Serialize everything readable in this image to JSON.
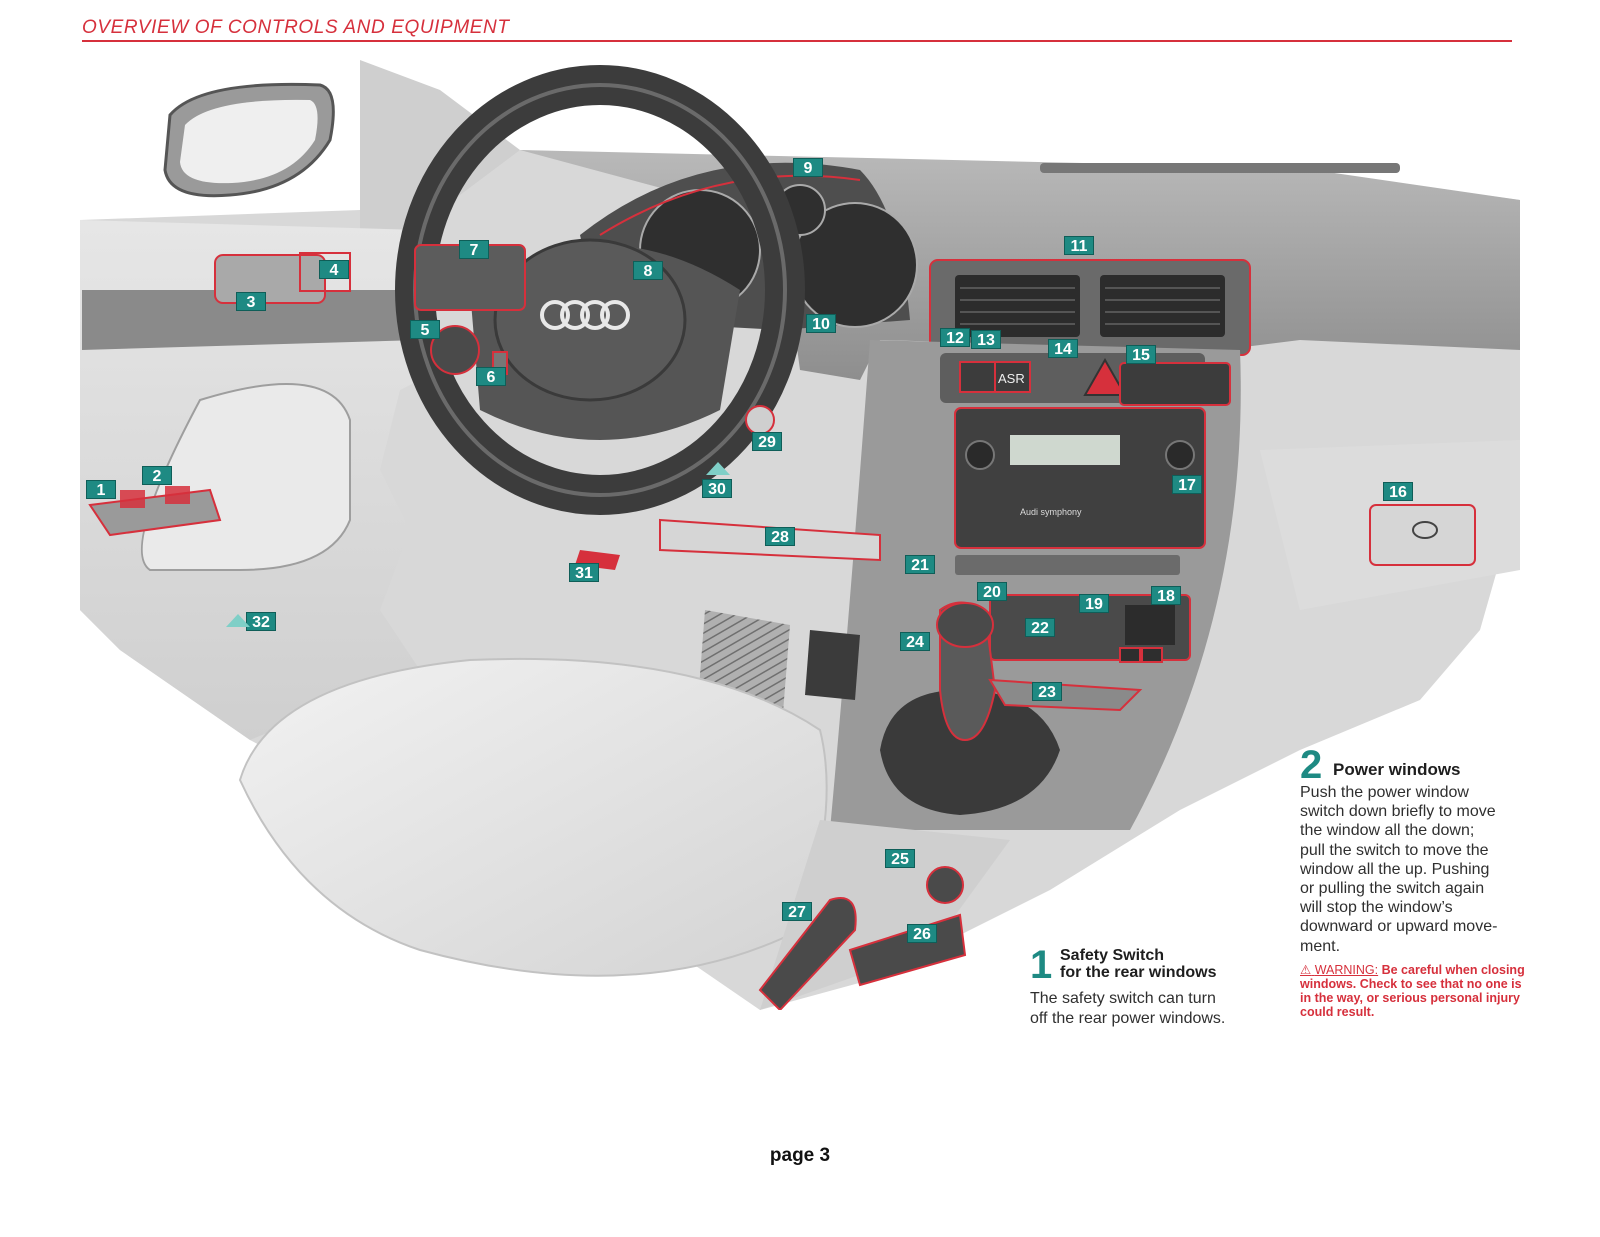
{
  "header": {
    "title": "OVERVIEW OF CONTROLS AND EQUIPMENT"
  },
  "callouts": [
    "1",
    "2",
    "3",
    "4",
    "5",
    "6",
    "7",
    "8",
    "9",
    "10",
    "11",
    "12",
    "13",
    "14",
    "15",
    "16",
    "17",
    "18",
    "19",
    "20",
    "21",
    "22",
    "23",
    "24",
    "25",
    "26",
    "27",
    "28",
    "29",
    "30",
    "31",
    "32"
  ],
  "dashboard_labels": {
    "asr": "ASR",
    "brand": "Audi symphony"
  },
  "section1": {
    "number": "1",
    "title": "Safety Switch\nfor the rear windows",
    "body": "The safety switch can turn\noff the rear power windows."
  },
  "section2": {
    "number": "2",
    "title": "Power windows",
    "body": "Push the power window\nswitch down briefly to move\nthe window all the down;\npull the switch to move the\nwindow all the up. Pushing\nor pulling the switch again\nwill stop the window’s\ndownward or upward move-\nment.",
    "warning_symbol": "⚠",
    "warning_label": "WARNING:",
    "warning_text": "Be careful when closing windows. Check to see that no one is in the way, or serious personal injury could result."
  },
  "footer": {
    "page": "page 3"
  },
  "colors": {
    "accent_red": "#d6303c",
    "callout_teal": "#1e8a83",
    "pointer_triangle": "#7fcfc7"
  }
}
